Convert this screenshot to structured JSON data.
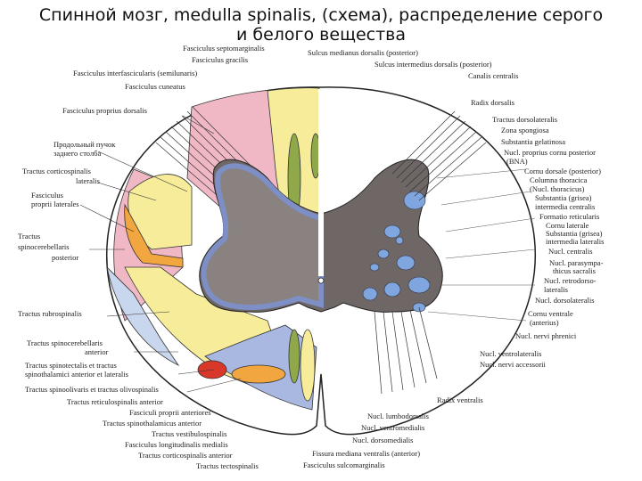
{
  "title": {
    "line1": "Спинной мозг,  medulla spinalis, (схема), распределение серого",
    "line2": "и белого вещества"
  },
  "colors": {
    "gray_matter": "#6e6766",
    "pink_tract": "#f0b8c4",
    "yellow_tract": "#f6ec9a",
    "orange_tract": "#f2a640",
    "red_tract": "#d8372a",
    "blue_tract": "#a8b8e0",
    "green_tract": "#8ea84a",
    "nucleus_blue": "#7fa6df"
  },
  "labels_top": [
    "Fasciculus septomarginalis",
    "Fasciculus gracilis",
    "Sulcus medianus dorsalis (posterior)",
    "Sulcus intermedius dorsalis (posterior)",
    "Fasciculus interfascicularis (semilunaris)",
    "Canalis centralis",
    "Fasciculus cuneatus"
  ],
  "labels_left": [
    "Fasciculus proprius dorsalis",
    "Продольный пучок",
    "заднего столба",
    "Tractus corticospinalis",
    "lateralis",
    "Fasciculus",
    "proprii laterales",
    "Tractus",
    "spinocerebellaris",
    "posterior",
    "Tractus rubrospinalis",
    "Tractus spinocerebellaris",
    "anterior",
    "Tractus spinotectalis et tractus",
    "spinothalamici anterior et lateralis",
    "Tractus spinoolivaris et tractus olivospinalis",
    "Tractus reticulospinalis anterior",
    "Fasciculi proprii anteriores",
    "Tractus spinothalamicus anterior",
    "Tractus vestibulospinalis",
    "Fasciculus longitudinalis medialis",
    "Tractus corticospinalis anterior",
    "Tractus tectospinalis"
  ],
  "labels_right": [
    "Radix dorsalis",
    "Tractus dorsolateralis",
    "Zona spongiosa",
    "Substantia gelatinosa",
    "Nucl. proprius cornu posterior",
    "(BNA)",
    "Cornu dorsale (posterior)",
    "Columna thoracica",
    "(Nucl. thoracicus)",
    "Substantia (grisea)",
    "intermedia centralis",
    "Formatio reticularis",
    "Cornu laterale",
    "Substantia (grisea)",
    "intermedia lateralis",
    "Nucl. centralis",
    "Nucl. parasympa-",
    "thicus sacralis",
    "Nucl. retrodorso-",
    "lateralis",
    "Nucl. dorsolateralis",
    "Cornu ventrale",
    "(anterius)",
    "Nucl. nervi phrenici",
    "Nucl. ventrolateralis",
    "Nucl. nervi accessorii",
    "Radix ventralis"
  ],
  "labels_bottom": [
    "Nucl. lumbodorsalis",
    "Nucl. ventromedialis",
    "Nucl. dorsomedialis",
    "Fissura mediana ventralis (anterior)",
    "Fasciculus sulcomarginalis"
  ]
}
